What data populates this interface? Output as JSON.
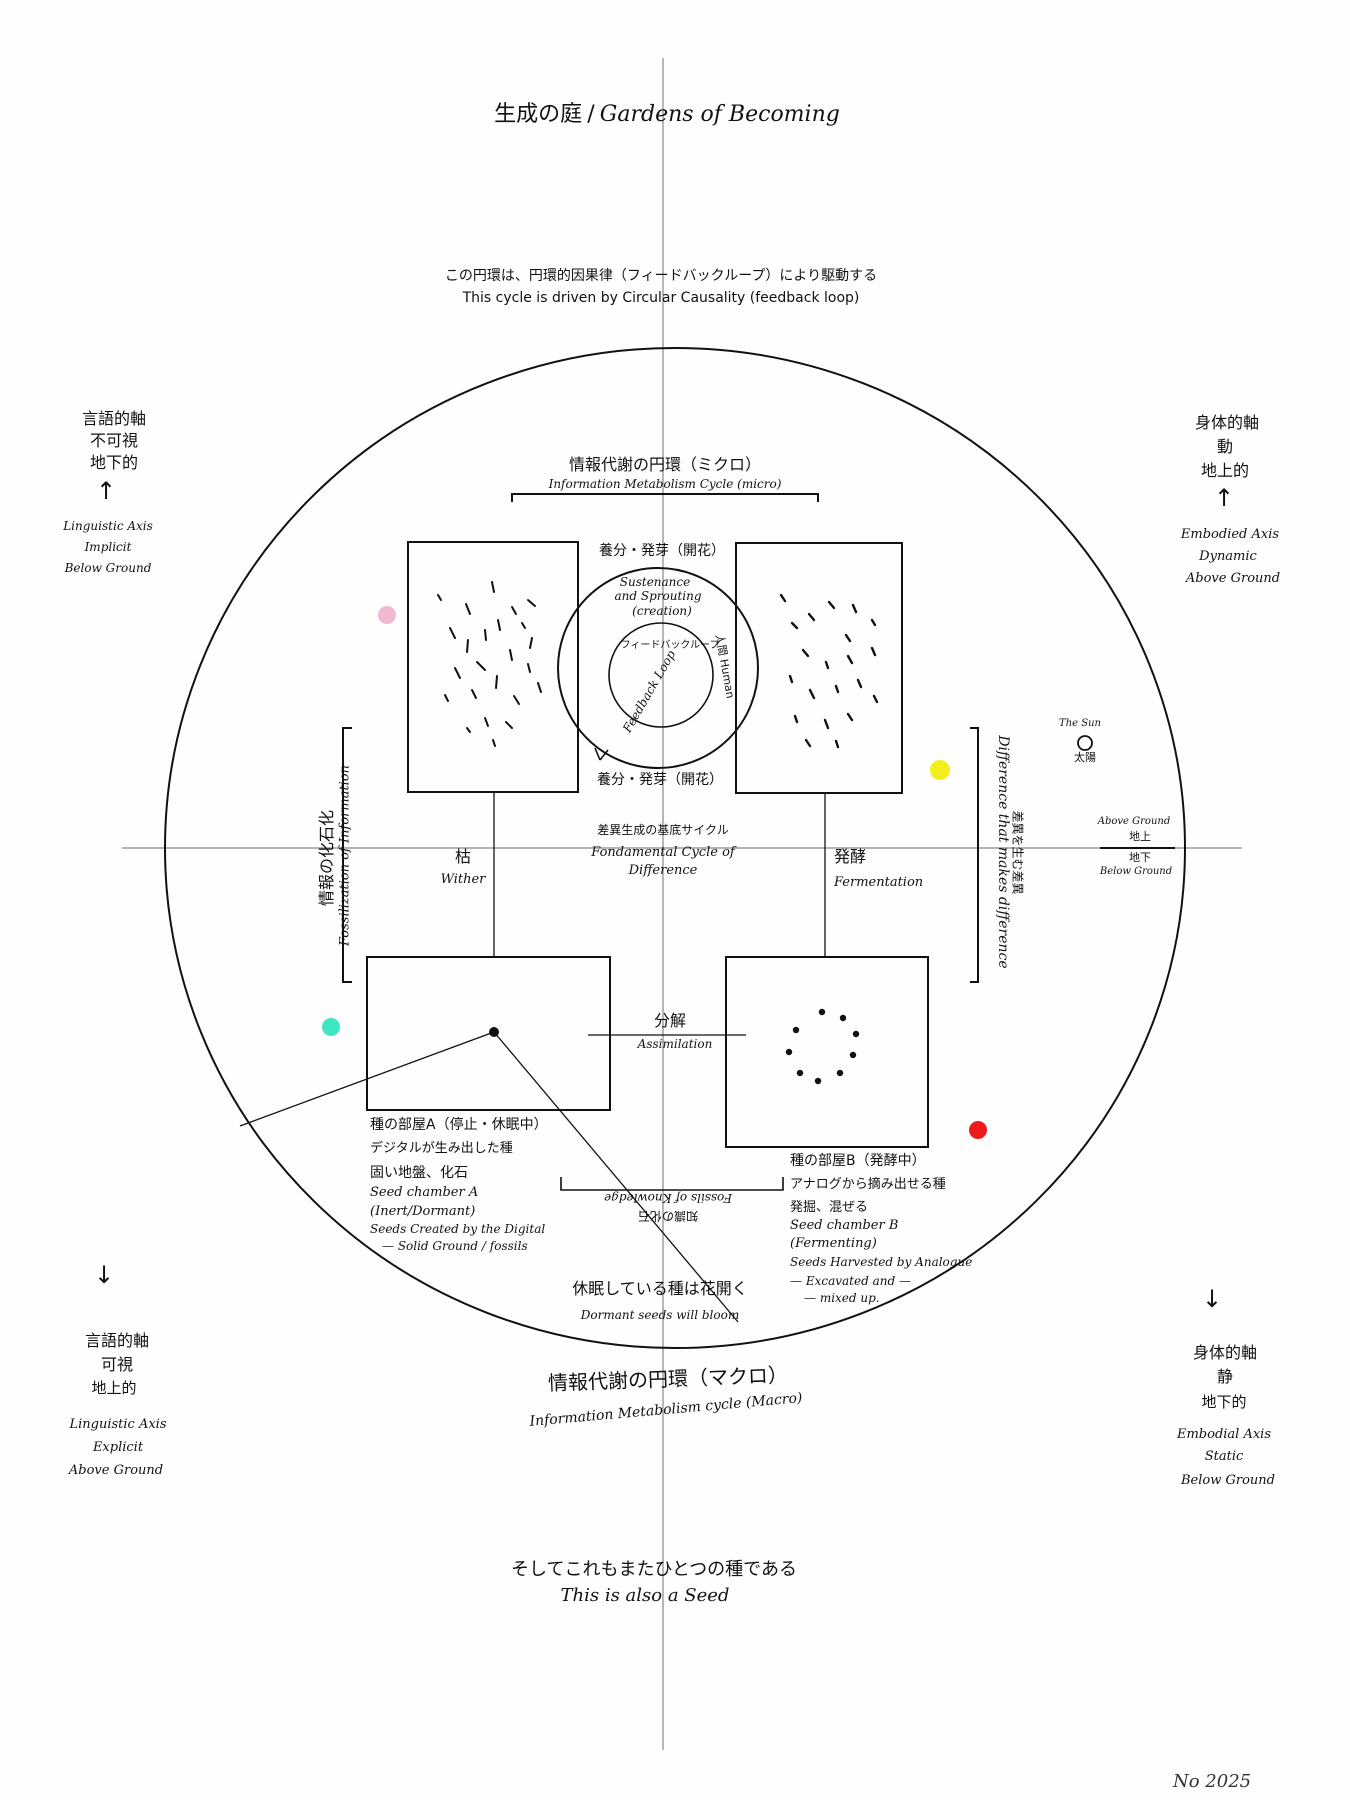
{
  "title": {
    "jp": "生成の庭",
    "sep": "/",
    "en": "Gardens of Becoming"
  },
  "cycle_note": {
    "jp": "この円環は、円環的因果律（フィードバックループ）により駆動する",
    "en": "This cycle is driven by Circular Causality (feedback loop)"
  },
  "micro_cycle": {
    "jp": "情報代謝の円環（ミクロ）",
    "en": "Information Metabolism Cycle (micro)"
  },
  "sustenance": {
    "top_jp": "養分・発芽（開花）",
    "en_line1": "Sustenance",
    "en_line2": "and Sprouting",
    "en_line3": "(creation)",
    "bottom_jp": "養分・発芽（開花）"
  },
  "feedback": {
    "jp": "フィードバックループ",
    "en": "Feedback Loop",
    "human": "人間 Human"
  },
  "fundamental": {
    "jp": "差異生成の基底サイクル",
    "en_line1": "Fondamental Cycle of",
    "en_line2": "Difference"
  },
  "wither": {
    "jp": "枯",
    "en": "Wither"
  },
  "fermentation": {
    "jp": "発酵",
    "en": "Fermentation"
  },
  "assimilation": {
    "jp": "分解",
    "en": "Assimilation"
  },
  "fossilization": {
    "jp": "情報の化石化",
    "en": "Fossilization of Information"
  },
  "difference": {
    "en": "Difference that makes difference",
    "jp": "差異を生む差異"
  },
  "sun": {
    "en": "The Sun",
    "jp": "太陽"
  },
  "ground_marker": {
    "above_en": "Above Ground",
    "above_jp": "地上",
    "below_jp": "地下",
    "below_en": "Below Ground"
  },
  "chamber_a": {
    "jp1": "種の部屋A（停止・休眠中）",
    "jp2": "デジタルが生み出した種",
    "jp3": "固い地盤、化石",
    "en1": "Seed chamber A",
    "en2": "(Inert/Dormant)",
    "en3": "Seeds Created by the Digital",
    "en4": "— Solid Ground / fossils"
  },
  "chamber_b": {
    "jp1": "種の部屋B（発酵中）",
    "jp2": "アナログから摘み出せる種",
    "jp3": "発掘、混ぜる",
    "en1": "Seed chamber B",
    "en2": "(Fermenting)",
    "en3": "Seeds Harvested by Analogue",
    "en4": "— Excavated and —",
    "en5": "— mixed up."
  },
  "mirrored": {
    "en": "Fossils of Knowledge",
    "jp": "知識の化石"
  },
  "dormant": {
    "jp": "休眠している種は花開く",
    "en": "Dormant seeds will bloom"
  },
  "macro_cycle": {
    "jp": "情報代謝の円環（マクロ）",
    "en": "Information Metabolism cycle (Macro)"
  },
  "tl_axis": {
    "jp1": "言語的軸",
    "jp2": "不可視",
    "jp3": "地下的",
    "arrow": "↑",
    "en1": "Linguistic Axis",
    "en2": "Implicit",
    "en3": "Below Ground"
  },
  "tr_axis": {
    "jp1": "身体的軸",
    "jp2": "動",
    "jp3": "地上的",
    "arrow": "↑",
    "en1": "Embodied Axis",
    "en2": "Dynamic",
    "en3": "Above Ground"
  },
  "bl_axis": {
    "arrow": "↓",
    "jp1": "言語的軸",
    "jp2": "可視",
    "jp3": "地上的",
    "en1": "Linguistic Axis",
    "en2": "Explicit",
    "en3": "Above Ground"
  },
  "br_axis": {
    "arrow": "↓",
    "jp1": "身体的軸",
    "jp2": "静",
    "jp3": "地下的",
    "en1": "Embodial Axis",
    "en2": "Static",
    "en3": "Below Ground"
  },
  "seed_note": {
    "jp": "そしてこれもまたひとつの種である",
    "en": "This is also a Seed"
  },
  "number": "No 2025",
  "colors": {
    "ink": "#111111",
    "pink": "#f2b8cf",
    "teal": "#3fe6c4",
    "yellow": "#f4ee1e",
    "red": "#ef1b1b",
    "faint_line": "#888888"
  }
}
